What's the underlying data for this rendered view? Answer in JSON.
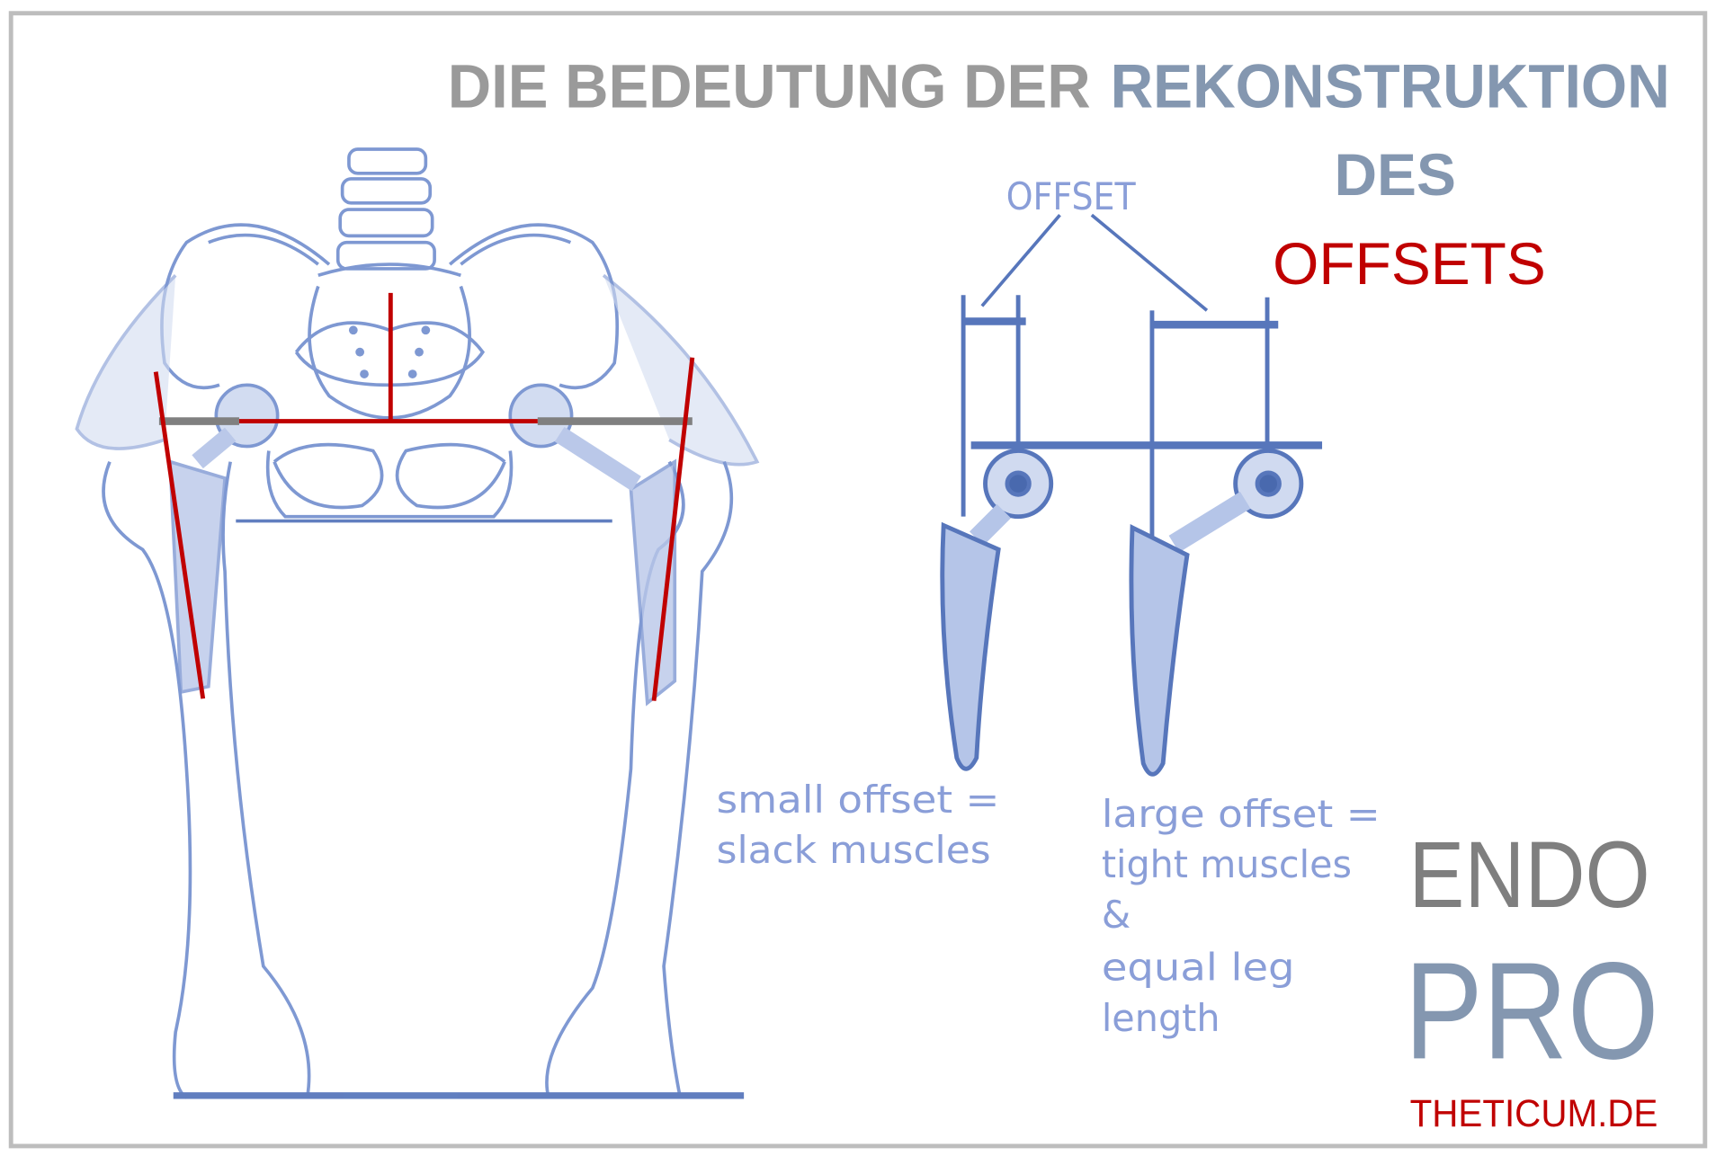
{
  "title": {
    "part1": "DIE BEDEUTUNG DER",
    "part2": "REKONSTRUKTION",
    "line2": "DES",
    "line3": "OFFSETS"
  },
  "diagram": {
    "offset_label": "OFFSET",
    "small_caption": [
      "small  offset  =",
      "slack  muscles"
    ],
    "large_caption": [
      "large  offset  =",
      "tight muscles",
      "&",
      "equal  leg",
      "length"
    ]
  },
  "logo": {
    "line1": "ENDO",
    "line2": "PRO",
    "line3": "THETICUM.DE"
  },
  "colors": {
    "gray": "#9a9a9a",
    "slate_blue": "#8497b0",
    "red": "#c00000",
    "drawing_blue": "#3a5fb0"
  }
}
